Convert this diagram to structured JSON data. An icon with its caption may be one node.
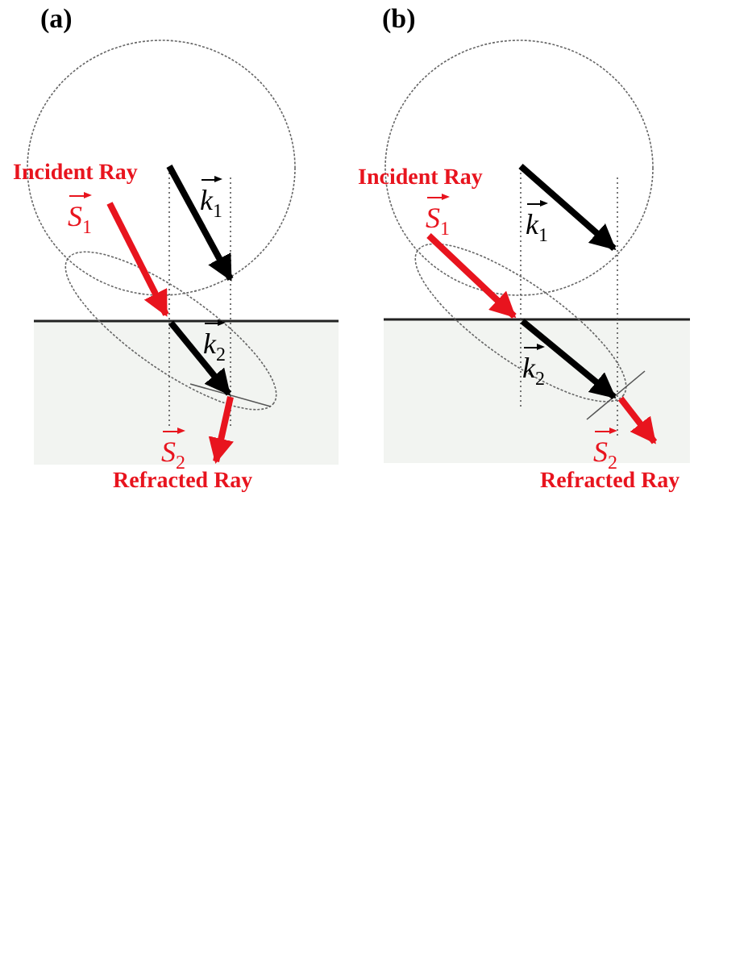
{
  "diagram": {
    "labels": [
      "(a)",
      "Incident Ray",
      "S$_{1}$",
      "k$_{1}$",
      "k$_{2}$",
      "S$_{2}$",
      "Refracted Ray",
      "(b)",
      "Incident Ray",
      "S$_{1}$",
      "k$_{1}$",
      "k$_{2}$",
      "S$_{2}$",
      "Refracted Ray"
    ]
  }
}
